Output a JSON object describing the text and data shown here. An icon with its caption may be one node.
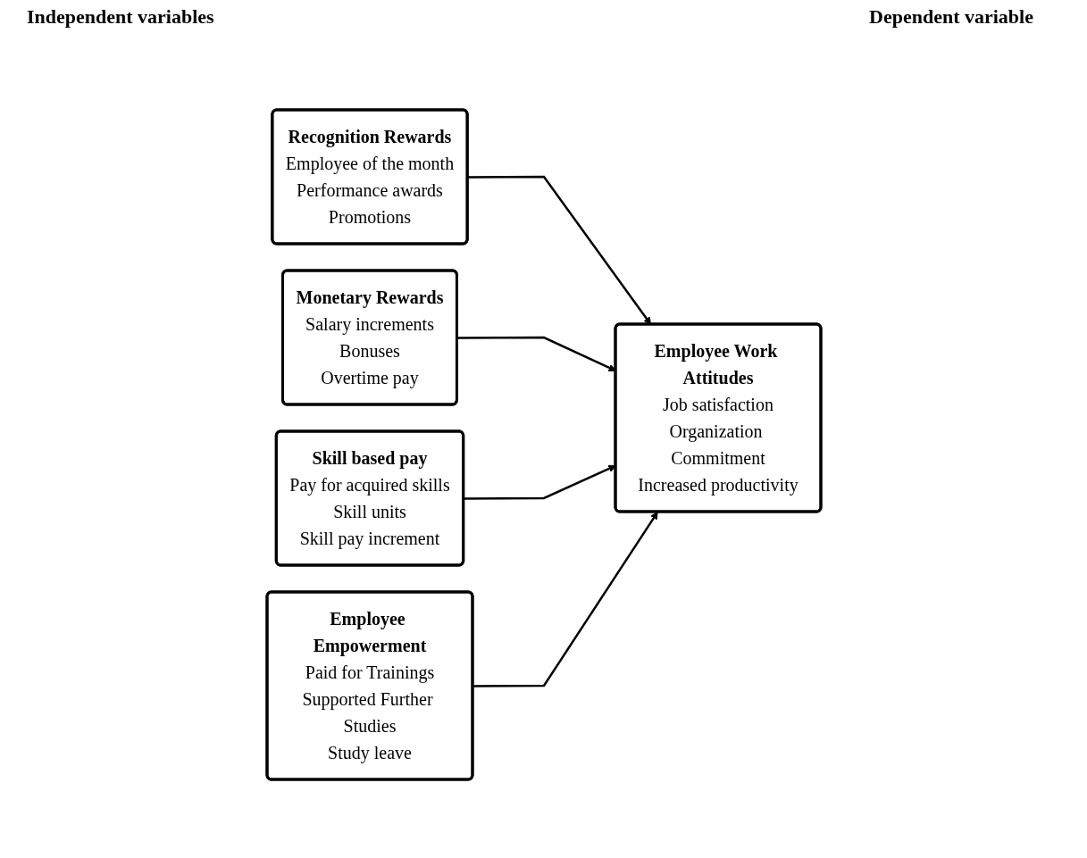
{
  "diagram": {
    "nodes": [
      {
        "text": [
          "Recognition Rewards",
          "Employee of the month",
          "Performance awards",
          "Promotions"
        ]
      },
      {
        "text": [
          "Monetary Rewards",
          "Salary increments",
          "Bonuses",
          "Overtime pay"
        ]
      },
      {
        "text": [
          "Skill based pay",
          "Pay for acquired skills",
          "Skill units",
          "Skill pay increment"
        ]
      },
      {
        "text": [
          "Employee Empowerment",
          "Paid for Trainings",
          "Supported Further Studies",
          "Study leave"
        ]
      },
      {
        "text": [
          "Employee Work Attitudes",
          "Job satisfaction",
          "Organization Commitment",
          "Increased productivity"
        ]
      }
    ],
    "edges": [
      {
        "from": 0,
        "to": 4,
        "arrow": "to"
      },
      {
        "from": 1,
        "to": 4,
        "arrow": "to"
      },
      {
        "from": 2,
        "to": 4,
        "arrow": "to"
      },
      {
        "from": 3,
        "to": 4,
        "arrow": "to"
      }
    ],
    "labels": [
      "Independent variables",
      "Dependent variable"
    ]
  }
}
